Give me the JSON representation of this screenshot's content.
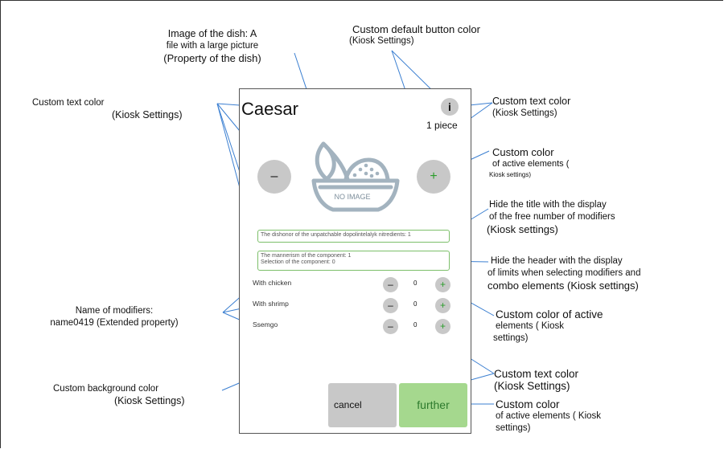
{
  "annotations": {
    "dish_image": [
      "Image of the dish: A",
      "file with a large picture",
      "(Property of the dish)"
    ],
    "default_button_color": [
      "Custom default button color",
      "(Kiosk Settings)"
    ],
    "text_color_left": [
      "Custom text color",
      "(Kiosk Settings)"
    ],
    "text_color_right": [
      "Custom text color",
      "(Kiosk Settings)"
    ],
    "active_elements_top": [
      "Custom color",
      "of active elements (",
      "Kiosk settings)"
    ],
    "hide_title": [
      "Hide the title with the display",
      "of the free number of modifiers",
      "(Kiosk settings)"
    ],
    "hide_header": [
      "Hide the header with the display",
      "of limits when selecting modifiers and",
      "combo elements (Kiosk settings)"
    ],
    "modifier_names": [
      "Name of modifiers:",
      "name0419 (Extended property)"
    ],
    "active_elements_mid": [
      "Custom color of active",
      "elements ( Kiosk",
      "settings)"
    ],
    "background_color": [
      "Custom background color",
      "(Kiosk Settings)"
    ],
    "text_color_bottom": [
      "Custom text color",
      "(Kiosk Settings)"
    ],
    "active_elements_bottom": [
      "Custom color",
      "of active elements ( Kiosk",
      "settings)"
    ]
  },
  "kiosk": {
    "dish_title": "Caesar",
    "info_label": "i",
    "quantity": "1 piece",
    "minus_label": "–",
    "plus_label": "+",
    "no_image": "NO IMAGE",
    "limit_box_1": "The dishonor of the unpatchable dopolintelalyk nitredients: 1",
    "limit_box_2_line1": "The mannerism of the component: 1",
    "limit_box_2_line2": "Selection of the component: 0",
    "modifiers": [
      {
        "name": "With chicken",
        "count": "0"
      },
      {
        "name": "With shrimp",
        "count": "0"
      },
      {
        "name": "Ssemgo",
        "count": "0"
      }
    ],
    "cancel_label": "cancel",
    "further_label": "further"
  },
  "colors": {
    "button_gray": "#c8c8c8",
    "active_green": "#2a9d2a",
    "further_bg": "#a5d88e",
    "limit_border": "#7cbf6a",
    "callout_line": "#3b7fd1",
    "icon_gray": "#a3b3bf"
  }
}
